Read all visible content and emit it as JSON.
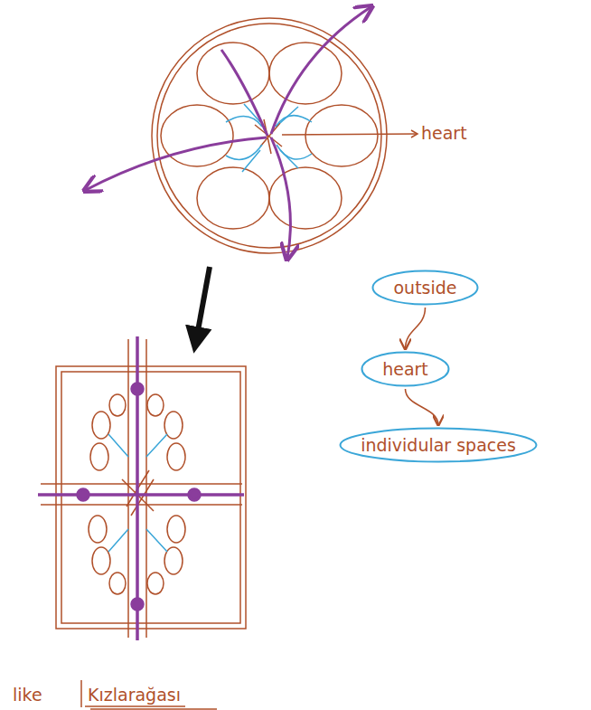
{
  "diagram": {
    "nodes": [
      {
        "text": [
          "outside"
        ]
      },
      {
        "text": [
          "heart"
        ]
      },
      {
        "text": [
          "individular spaces"
        ]
      }
    ],
    "edges": [
      {
        "from": 0,
        "to": 1,
        "arrow": "to"
      },
      {
        "from": 1,
        "to": 2,
        "arrow": "to"
      }
    ],
    "labels": [
      "heart",
      "like",
      "Kızlarağası"
    ]
  }
}
